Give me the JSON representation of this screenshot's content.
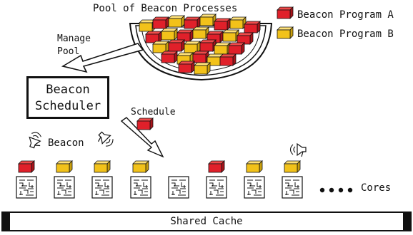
{
  "pool_title": "Pool of Beacon Processes",
  "legend": {
    "program_a": {
      "label": "Beacon Program A",
      "color": "#e0202a"
    },
    "program_b": {
      "label": "Beacon Program B",
      "color": "#f2c21a"
    }
  },
  "manage_label": "Manage\nPool",
  "scheduler_label": "Beacon\nScheduler",
  "schedule_label": "Schedule",
  "beacon_label": "Beacon",
  "cores_label": "Cores",
  "cache_label": "Shared Cache",
  "cores": [
    {
      "program": "A"
    },
    {
      "program": "B"
    },
    {
      "program": "B"
    },
    {
      "program": "B"
    },
    {
      "program": null
    },
    {
      "program": "A"
    },
    {
      "program": "B"
    },
    {
      "program": "B"
    }
  ],
  "ellipsis": "••••"
}
